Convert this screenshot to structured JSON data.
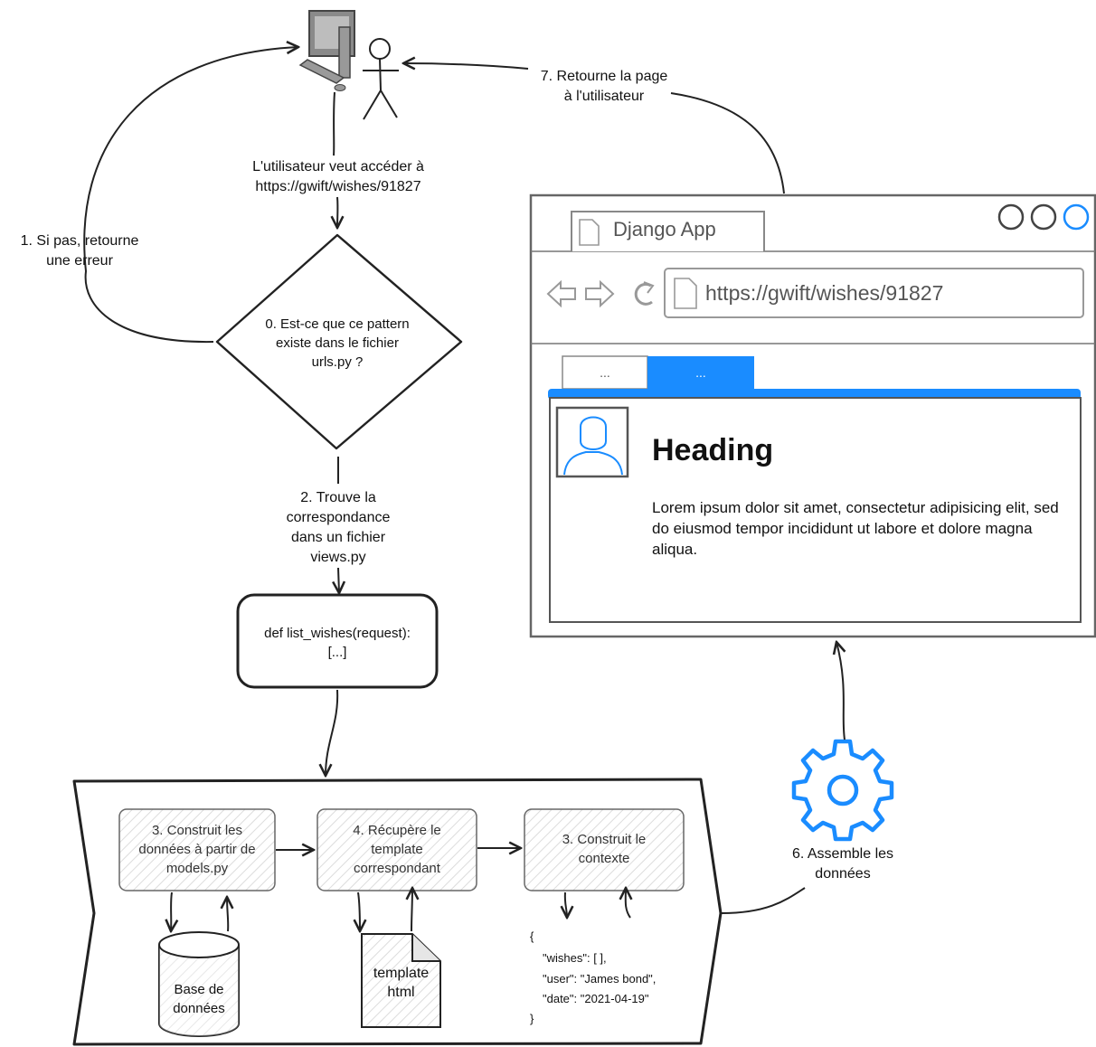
{
  "user": {
    "request_label": "L'utilisateur veut accéder à",
    "request_url": "https://gwift/wishes/91827"
  },
  "decision": {
    "line1": "0. Est-ce que ce pattern",
    "line2": "existe dans le fichier",
    "line3": "urls.py ?"
  },
  "error_path": {
    "line1": "1. Si pas, retourne",
    "line2": "une erreur"
  },
  "match_path": {
    "line1": "2. Trouve la",
    "line2": "correspondance",
    "line3": "dans un fichier",
    "line4": "views.py"
  },
  "view_function": {
    "line1": "def list_wishes(request):",
    "line2": "[...]"
  },
  "steps": [
    {
      "line1": "3. Construit les",
      "line2": "données à partir de",
      "line3": "models.py"
    },
    {
      "line1": "4. Récupère le",
      "line2": "template",
      "line3": "correspondant"
    },
    {
      "line1": "3. Construit le",
      "line2": "contexte"
    }
  ],
  "database": {
    "line1": "Base de",
    "line2": "données"
  },
  "template_file": {
    "line1": "template",
    "line2": "html"
  },
  "context_json": {
    "open": "{",
    "wishes": "\"wishes\": [ ],",
    "user": "\"user\": \"James bond\",",
    "date": "\"date\": \"2021-04-19\"",
    "close": "}"
  },
  "assemble": {
    "line1": "6. Assemble les",
    "line2": "données"
  },
  "return_page": {
    "line1": "7. Retourne la page",
    "line2": "à l'utilisateur"
  },
  "browser": {
    "tab_title": "Django App",
    "url": "https://gwift/wishes/91827",
    "tabs": [
      "...",
      "..."
    ],
    "heading": "Heading",
    "body_text": "Lorem ipsum dolor sit amet, consectetur adipisicing elit, sed do eiusmod tempor incididunt ut labore et dolore magna aliqua."
  },
  "colors": {
    "accent": "#1a8cff",
    "stroke": "#222222",
    "box_border": "#666666",
    "hatch": "#d9d9d9"
  }
}
